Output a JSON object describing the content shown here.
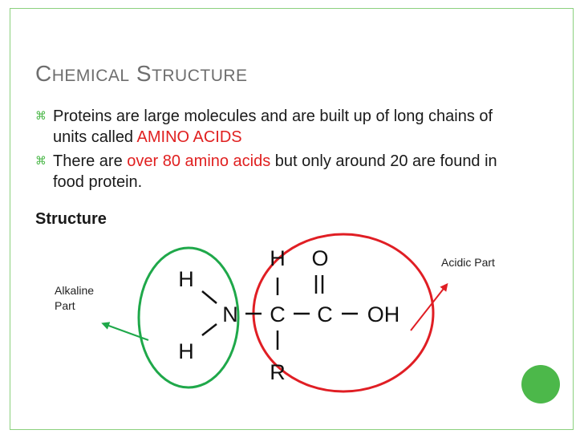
{
  "slide": {
    "title_first_cap": "C",
    "title_first_rest": "HEMICAL",
    "title_second_cap": "S",
    "title_second_rest": "TRUCTURE",
    "bullets": [
      {
        "parts": [
          {
            "text": "Proteins are large molecules and are built up of long chains of units called ",
            "highlight": false
          },
          {
            "text": "AMINO ACIDS",
            "highlight": true
          }
        ]
      },
      {
        "parts": [
          {
            "text": "There are ",
            "highlight": false
          },
          {
            "text": "over 80 amino acids",
            "highlight": true
          },
          {
            "text": " but only around 20 are found in food protein.",
            "highlight": false
          }
        ]
      }
    ],
    "bullet_glyph": "⌘",
    "subheading": "Structure"
  },
  "diagram": {
    "atoms": {
      "h_top_left": "H",
      "h_bottom_left": "H",
      "n": "N",
      "h_top": "H",
      "o": "O",
      "c1": "C",
      "c2": "C",
      "oh": "OH",
      "r": "R",
      "bond_single": "–",
      "bond_double": "=",
      "bond_vertical": "|"
    },
    "labels": {
      "alkaline_line1": "Alkaline",
      "alkaline_line2": "Part",
      "acidic": "Acidic Part"
    }
  },
  "colors": {
    "title": "#6e6e6e",
    "accent_green": "#4cb84a",
    "highlight_red": "#e02020",
    "circle_green": "#1fa84a",
    "circle_red": "#e01e24"
  }
}
